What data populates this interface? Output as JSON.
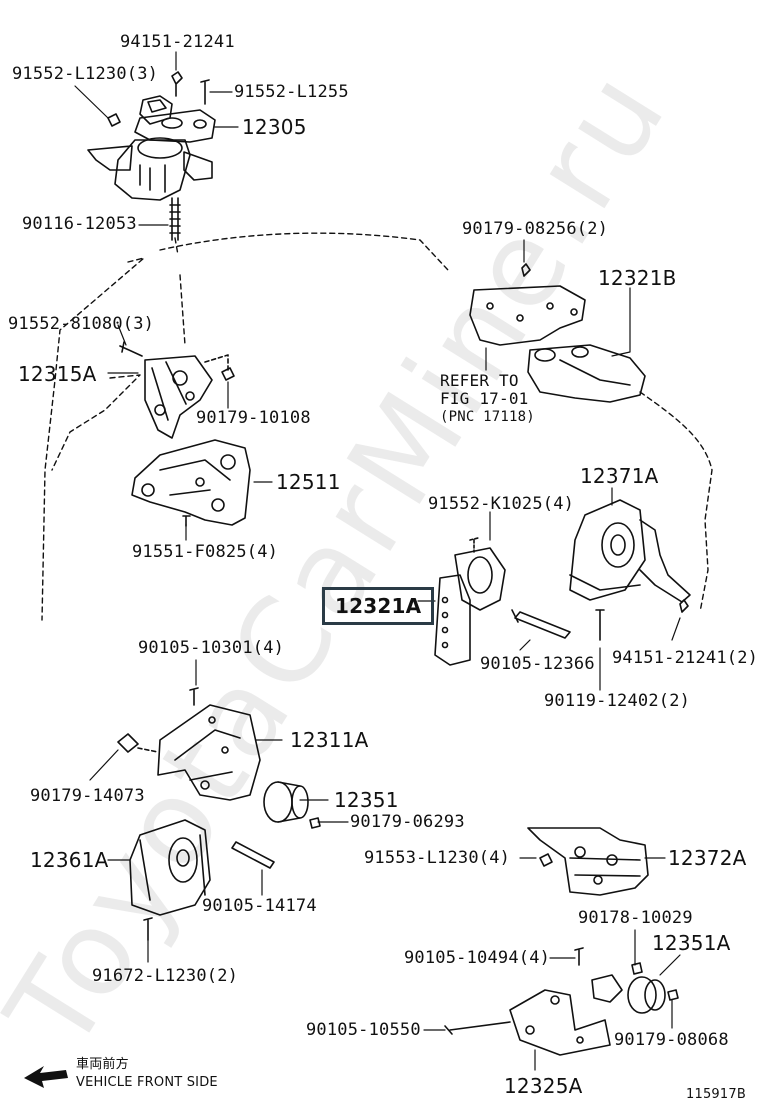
{
  "watermark": "ToyotaCarMine.ru",
  "labels": {
    "p94151_21241": "94151-21241",
    "p91552_L1230_3": "91552-L1230(3)",
    "p91552_L1255": "91552-L1255",
    "p12305": "12305",
    "p90116_12053": "90116-12053",
    "p90179_08256_2": "90179-08256(2)",
    "p12321B": "12321B",
    "p91552_81080_3": "91552-81080(3)",
    "p12315A": "12315A",
    "p90179_10108": "90179-10108",
    "p12511": "12511",
    "p91551_F0825_4": "91551-F0825(4)",
    "p12371A": "12371A",
    "p91552_K1025_4": "91552-K1025(4)",
    "p12321A": "12321A",
    "p90105_12366": "90105-12366",
    "p94151_21241_2": "94151-21241(2)",
    "p90119_12402_2": "90119-12402(2)",
    "p90105_10301_4": "90105-10301(4)",
    "p12311A": "12311A",
    "p90179_14073": "90179-14073",
    "p12351": "12351",
    "p90179_06293": "90179-06293",
    "p12361A": "12361A",
    "p90105_14174": "90105-14174",
    "p91672_L1230_2": "91672-L1230(2)",
    "p91553_L1230_4": "91553-L1230(4)",
    "p12372A": "12372A",
    "p90178_10029": "90178-10029",
    "p12351A": "12351A",
    "p90105_10494_4": "90105-10494(4)",
    "p90105_10550": "90105-10550",
    "p90179_08068": "90179-08068",
    "p12325A": "12325A"
  },
  "refer_note": {
    "line1": "REFER TO",
    "line2": "FIG 17-01",
    "line3": "(PNC 17118)"
  },
  "front_indicator": {
    "jp_text": "車両前方",
    "en_text": "VEHICLE FRONT SIDE",
    "icon": "arrow-left-icon"
  },
  "figure_id": "115917B"
}
